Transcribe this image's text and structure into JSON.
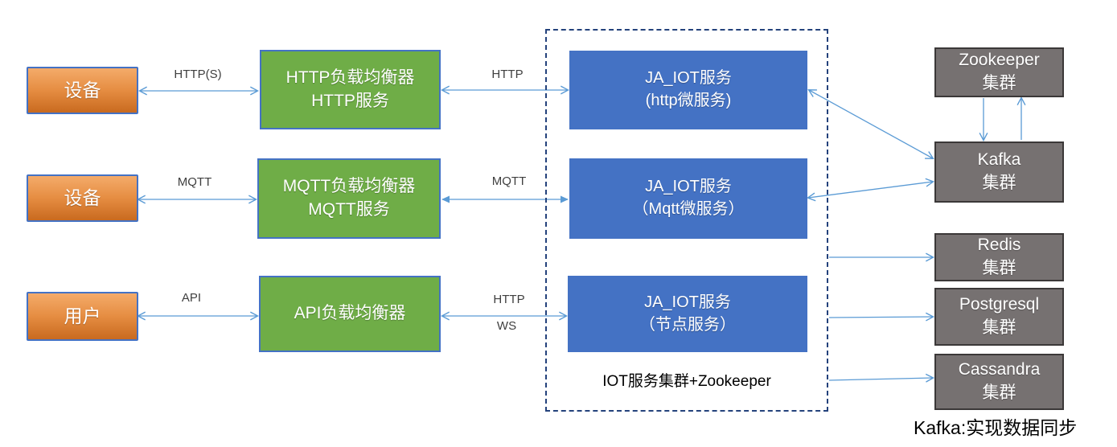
{
  "diagram": {
    "left_nodes": [
      {
        "label": "设备"
      },
      {
        "label": "设备"
      },
      {
        "label": "用户"
      }
    ],
    "lb_nodes": [
      {
        "line1": "HTTP负载均衡器",
        "line2": "HTTP服务"
      },
      {
        "line1": "MQTT负载均衡器",
        "line2": "MQTT服务"
      },
      {
        "line1": "API负载均衡器"
      }
    ],
    "service_nodes": [
      {
        "line1": "JA_IOT服务",
        "line2": "(http微服务)"
      },
      {
        "line1": "JA_IOT服务",
        "line2": "（Mqtt微服务）"
      },
      {
        "line1": "JA_IOT服务",
        "line2": "（节点服务）"
      }
    ],
    "container_label": "IOT服务集群+Zookeeper",
    "right_nodes": [
      {
        "line1": "Zookeeper",
        "line2": "集群"
      },
      {
        "line1": "Kafka",
        "line2": "集群"
      },
      {
        "line1": "Redis",
        "line2": "集群"
      },
      {
        "line1": "Postgresql",
        "line2": "集群"
      },
      {
        "line1": "Cassandra",
        "line2": "集群"
      }
    ],
    "edge_labels": {
      "device1_lb": "HTTP(S)",
      "lb1_svc": "HTTP",
      "device2_lb": "MQTT",
      "lb2_svc": "MQTT",
      "user_lb": "API",
      "lb3_svc_top": "HTTP",
      "lb3_svc_bottom": "WS"
    },
    "footnote": "Kafka:实现数据同步",
    "colors": {
      "arrow": "#5B9BD5",
      "orange_top": "#F4AB6A",
      "orange_bottom": "#C96A1F",
      "green": "#6FAD47",
      "blue": "#4472C4",
      "gray": "#767171",
      "gray_border": "#3B3838",
      "box_border": "#4472C4",
      "dashed_border": "#24427C",
      "label_text": "#3F3F3F"
    }
  }
}
